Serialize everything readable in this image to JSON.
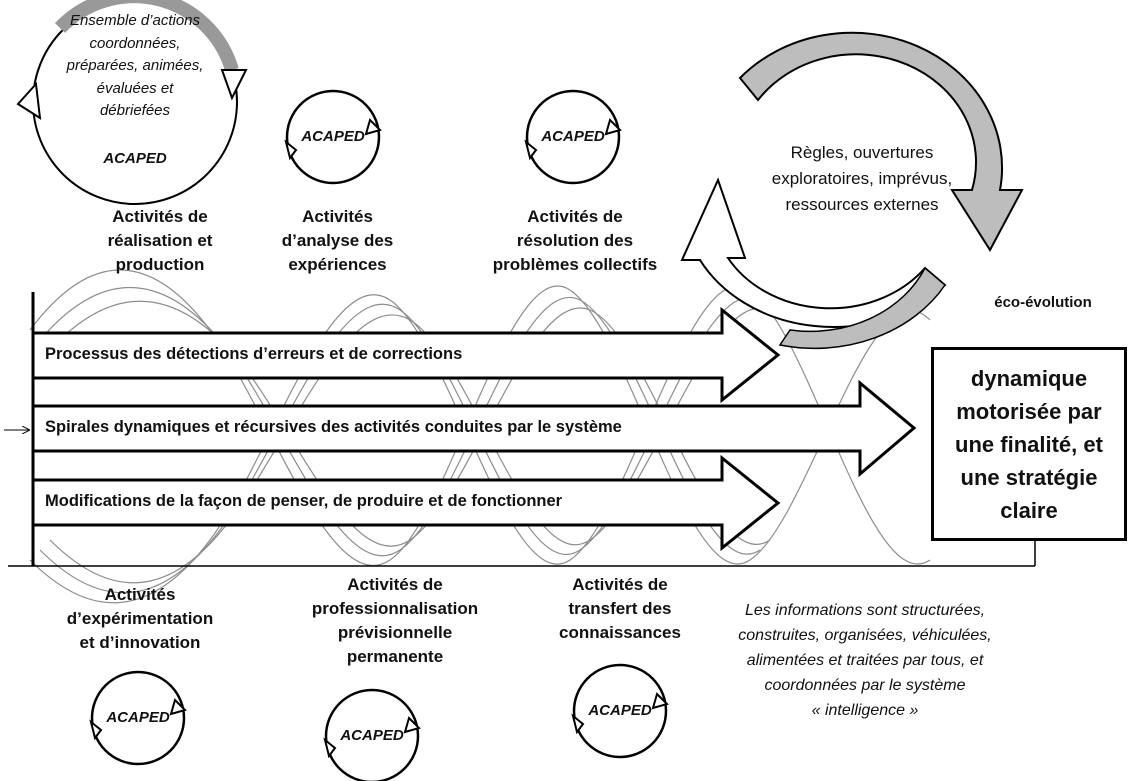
{
  "top_cycle": {
    "description": "Ensemble d’actions\ncoordonnées,\npréparées, animées,\névaluées et\ndébriefées",
    "label": "ACAPED"
  },
  "cycle_label": "ACAPED",
  "activities_top": [
    "Activités de\nréalisation et\nproduction",
    "Activités\nd’analyse des\nexpériences",
    "Activités de\nrésolution des\nproblèmes collectifs"
  ],
  "activities_bottom": [
    "Activités\nd’expérimentation\net d’innovation",
    "Activités de\nprofessionnalisation\nprévisionnelle\npermanente",
    "Activités de\ntransfert des\nconnaissances"
  ],
  "arrows": [
    "Processus des détections d’erreurs et de corrections",
    "Spirales dynamiques et récursives des activités conduites par le système",
    "Modifications de la façon de penser, de produire et de fonctionner"
  ],
  "eco_cycle": {
    "text": "Règles, ouvertures\nexploratoires, imprévus,\nressources externes",
    "label": "éco-évolution"
  },
  "result_box": "dynamique\nmotorisée par\nune finalité, et\nune stratégie\nclaire",
  "info_note": "Les informations sont structurées,\nconstruites, organisées, véhiculées,\nalimentées et traitées par tous, et\ncoordonnées par le système\n« intelligence »"
}
